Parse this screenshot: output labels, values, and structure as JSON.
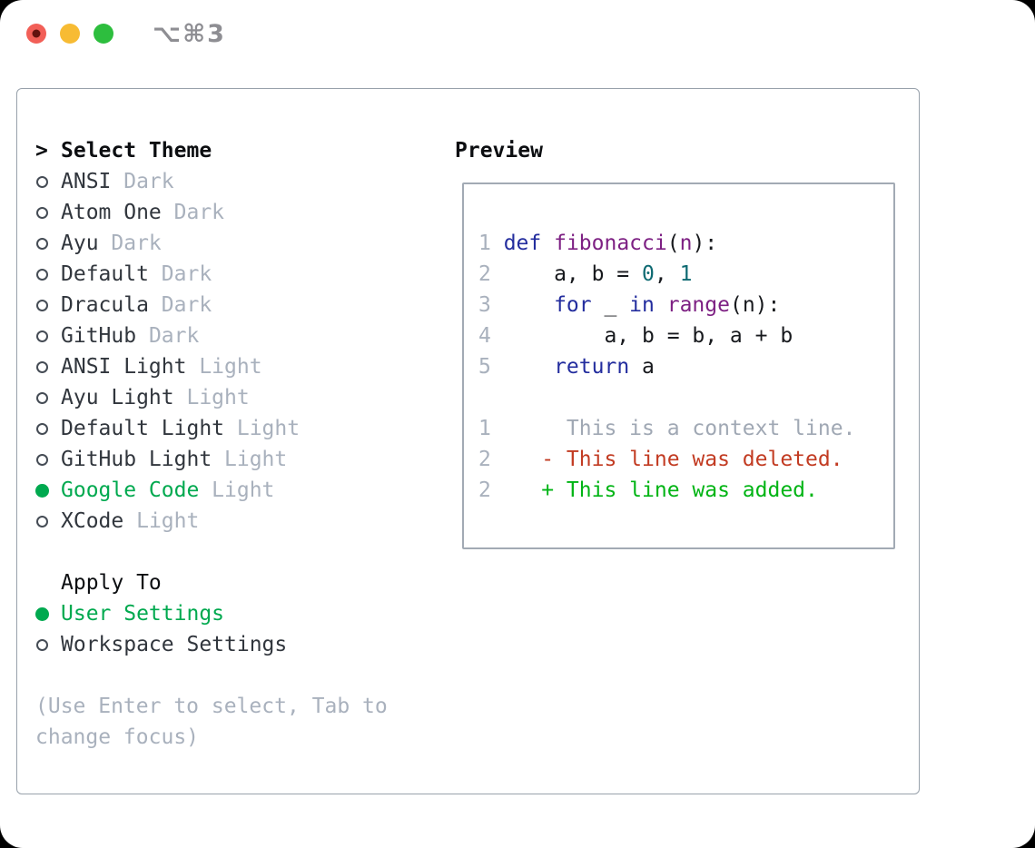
{
  "titlebar": {
    "shortcut": "⌥⌘3",
    "lights": [
      "close",
      "minimize",
      "zoom"
    ]
  },
  "colors": {
    "accent_green": "#00a94f",
    "diff_added_green": "#00b414",
    "diff_deleted_red": "#c23b22",
    "muted_gray": "#a9b1bd",
    "keyword_blue": "#232d9e",
    "function_purple": "#7d2083",
    "literal_teal": "#0e6a72",
    "traffic_red": "#f25f57",
    "traffic_yellow": "#f7bb33",
    "traffic_green": "#2dbe3e"
  },
  "sidebar": {
    "prompt": ">",
    "title": "Select Theme",
    "items": [
      {
        "name": "ANSI",
        "tag": "Dark",
        "selected": false
      },
      {
        "name": "Atom One",
        "tag": "Dark",
        "selected": false
      },
      {
        "name": "Ayu",
        "tag": "Dark",
        "selected": false
      },
      {
        "name": "Default",
        "tag": "Dark",
        "selected": false
      },
      {
        "name": "Dracula",
        "tag": "Dark",
        "selected": false
      },
      {
        "name": "GitHub",
        "tag": "Dark",
        "selected": false
      },
      {
        "name": "ANSI Light",
        "tag": "Light",
        "selected": false
      },
      {
        "name": "Ayu Light",
        "tag": "Light",
        "selected": false
      },
      {
        "name": "Default Light",
        "tag": "Light",
        "selected": false
      },
      {
        "name": "GitHub Light",
        "tag": "Light",
        "selected": false
      },
      {
        "name": "Google Code",
        "tag": "Light",
        "selected": true
      },
      {
        "name": "XCode",
        "tag": "Light",
        "selected": false
      }
    ],
    "apply_to": {
      "title": "Apply To",
      "options": [
        {
          "name": "User Settings",
          "selected": true
        },
        {
          "name": "Workspace Settings",
          "selected": false
        }
      ]
    },
    "help_lines": [
      "(Use Enter to select, Tab to",
      "change focus)"
    ]
  },
  "preview": {
    "title": "Preview",
    "lines": [
      {
        "num": "1",
        "segments": [
          {
            "t": "def",
            "c": "kwd"
          },
          {
            "t": " ",
            "c": "pln"
          },
          {
            "t": "fibonacci",
            "c": "fn"
          },
          {
            "t": "(",
            "c": "pln"
          },
          {
            "t": "n",
            "c": "fn"
          },
          {
            "t": "):",
            "c": "pln"
          }
        ]
      },
      {
        "num": "2",
        "segments": [
          {
            "t": "    a, b = ",
            "c": "pln"
          },
          {
            "t": "0",
            "c": "lit"
          },
          {
            "t": ", ",
            "c": "pln"
          },
          {
            "t": "1",
            "c": "lit"
          }
        ]
      },
      {
        "num": "3",
        "segments": [
          {
            "t": "    ",
            "c": "pln"
          },
          {
            "t": "for",
            "c": "kwd"
          },
          {
            "t": " _ ",
            "c": "pln"
          },
          {
            "t": "in",
            "c": "kwd"
          },
          {
            "t": " ",
            "c": "pln"
          },
          {
            "t": "range",
            "c": "fn"
          },
          {
            "t": "(n):",
            "c": "pln"
          }
        ]
      },
      {
        "num": "4",
        "segments": [
          {
            "t": "        a, b = b, a + b",
            "c": "pln"
          }
        ]
      },
      {
        "num": "5",
        "segments": [
          {
            "t": "    ",
            "c": "pln"
          },
          {
            "t": "return",
            "c": "kwd"
          },
          {
            "t": " a",
            "c": "pln"
          }
        ]
      },
      {
        "num": "",
        "segments": []
      },
      {
        "num": "1",
        "segments": [
          {
            "t": "     This is a context line.",
            "c": "ctx"
          }
        ]
      },
      {
        "num": "2",
        "segments": [
          {
            "t": "   - This line was deleted.",
            "c": "del"
          }
        ]
      },
      {
        "num": "2",
        "segments": [
          {
            "t": "   + This line was added.",
            "c": "add"
          }
        ]
      }
    ]
  }
}
